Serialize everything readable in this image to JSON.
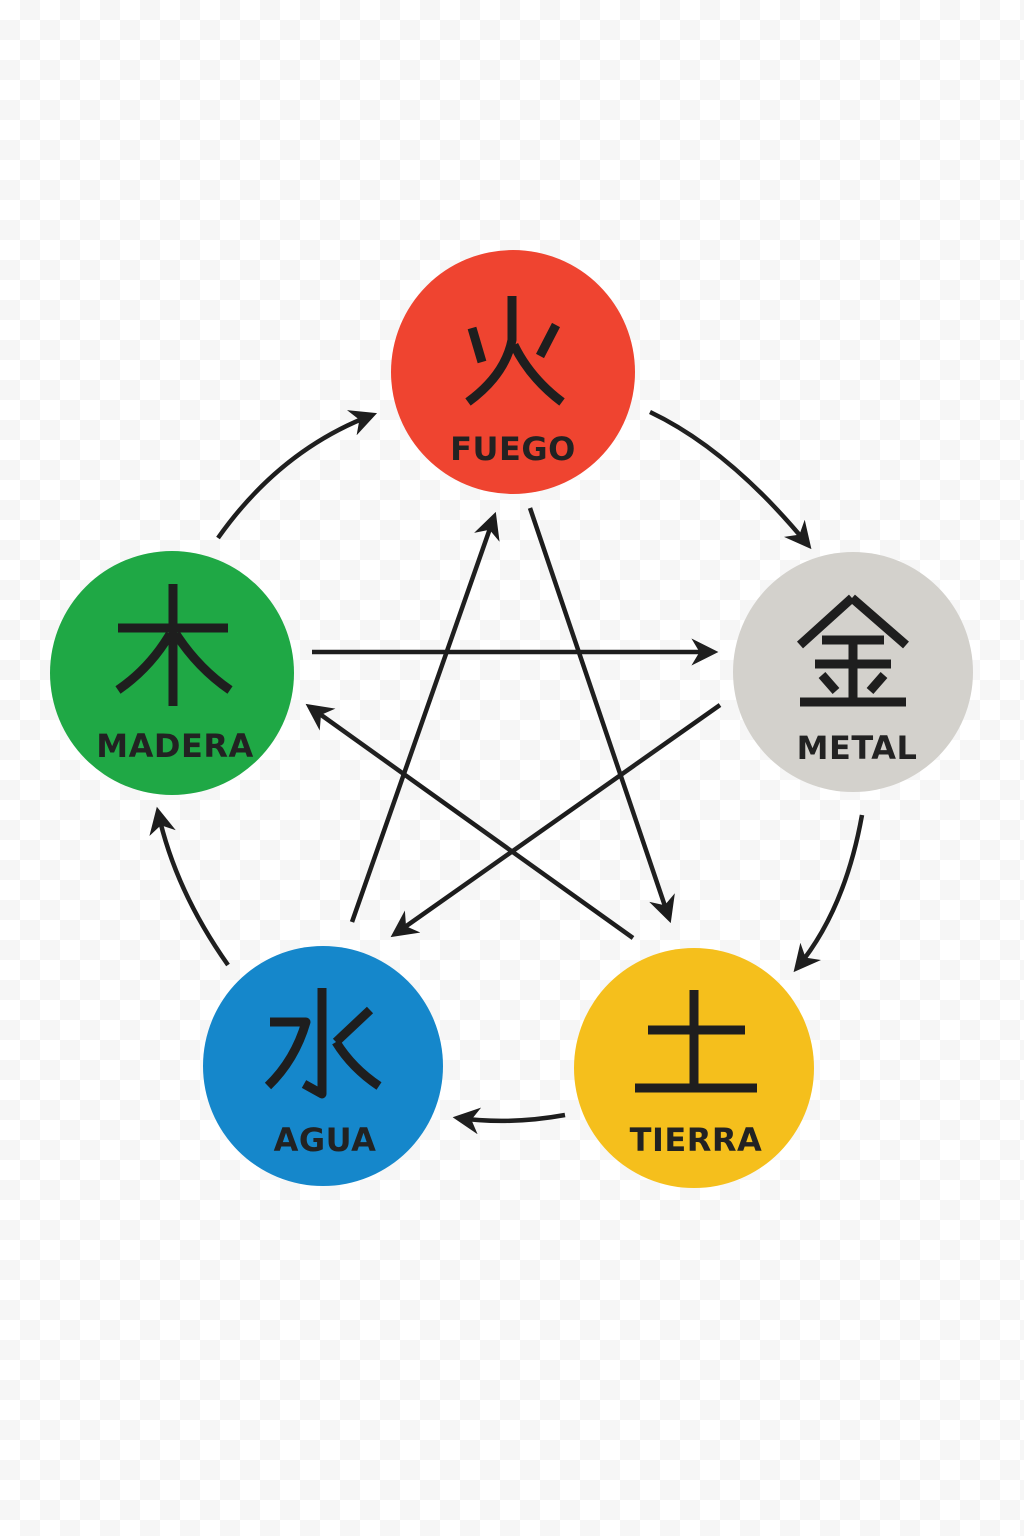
{
  "elements": [
    {
      "id": "fuego",
      "label": "FUEGO",
      "character": "火",
      "color": "#ef4430"
    },
    {
      "id": "metal",
      "label": "METAL",
      "character": "金",
      "color": "#d3d1cc"
    },
    {
      "id": "tierra",
      "label": "TIERRA",
      "character": "土",
      "color": "#f5bf1c"
    },
    {
      "id": "agua",
      "label": "AGUA",
      "character": "水",
      "color": "#1587cb"
    },
    {
      "id": "madera",
      "label": "MADERA",
      "character": "木",
      "color": "#1fa845"
    }
  ],
  "generating_cycle": [
    {
      "from": "madera",
      "to": "fuego"
    },
    {
      "from": "fuego",
      "to": "metal"
    },
    {
      "from": "metal",
      "to": "tierra"
    },
    {
      "from": "tierra",
      "to": "agua"
    },
    {
      "from": "agua",
      "to": "madera"
    }
  ],
  "inner_star": [
    {
      "from": "madera",
      "to": "metal"
    },
    {
      "from": "metal",
      "to": "agua"
    },
    {
      "from": "agua",
      "to": "fuego"
    },
    {
      "from": "fuego",
      "to": "tierra"
    },
    {
      "from": "tierra",
      "to": "madera"
    }
  ],
  "arrow_color": "#1e1e1e",
  "label_color": "#222222"
}
